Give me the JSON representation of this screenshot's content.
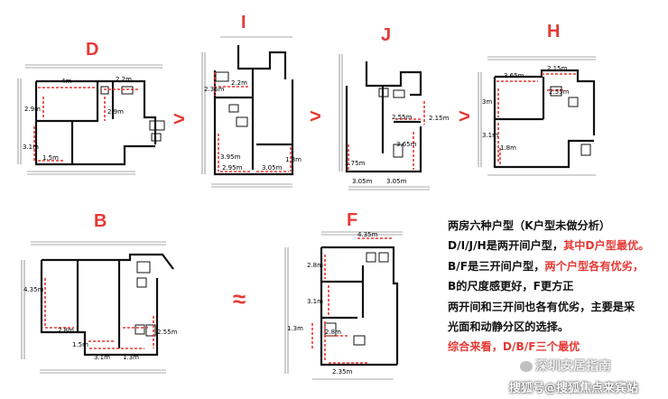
{
  "labels": {
    "D": "D",
    "I": "I",
    "J": "J",
    "H": "H",
    "B": "B",
    "F": "F",
    "gt1": ">",
    "gt2": ">",
    "gt3": ">",
    "approx": "≈"
  },
  "dims": {
    "D": [
      "4m",
      "2.2m",
      "2.9m",
      "2.9m",
      "3.1m",
      "1.5m"
    ],
    "I": [
      "2.35m",
      "2.2m",
      "3.95m",
      "2.95m",
      "3.05m",
      "1.8m"
    ],
    "J": [
      "2.55m",
      "2.15m",
      "3.65m",
      "1.75m",
      "3.05m",
      "3.05m"
    ],
    "H": [
      "2.15m",
      "3.65m",
      "2.55m",
      "3m",
      "3.1m",
      "1.8m"
    ],
    "B": [
      "4.35m",
      "2.8m",
      "2.55m",
      "1.5m",
      "3.1m",
      "1.3m"
    ],
    "F": [
      "4.35m",
      "2.8m",
      "3.1m",
      "1.3m",
      "2.8m",
      "2.35m"
    ]
  },
  "panel": {
    "line1": "两房六种户型（K户型未做分析）",
    "line2a": "D/I/J/H是两开间户型，",
    "line2b": "其中D户型最优。",
    "line3a": "B/F是三开间户型，",
    "line3b": "两个户型各有优劣，",
    "line4": "B的尺度感更好，F更方正",
    "line5": "两开间和三开间也各有优劣，主要是采",
    "line6": "光面和动静分区的选择。",
    "line7": "综合来看，D/B/F三个最优"
  },
  "watermark": {
    "top": "深圳安居指南",
    "bottom": "搜狐号@搜狐焦点来宾站"
  },
  "colors": {
    "accent": "#e53935",
    "wall": "#111111",
    "line": "#555555"
  }
}
